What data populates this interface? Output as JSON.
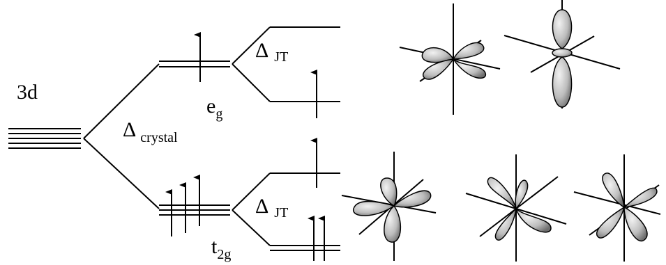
{
  "labels": {
    "level": "3d",
    "delta_crystal": {
      "symbol": "Δ",
      "sub": "crystal"
    },
    "delta_jt_upper": {
      "symbol": "Δ",
      "sub": "JT"
    },
    "delta_jt_lower": {
      "symbol": "Δ",
      "sub": "JT"
    },
    "eg": {
      "main": "e",
      "sub": "g"
    },
    "t2g": {
      "main": "t",
      "sub": "2g"
    }
  },
  "colors": {
    "line": "#000000",
    "lobe_light": "#f2f2f2",
    "lobe_dark": "#6e6e6e"
  },
  "orbital_icons": [
    "d-x2-y2-orbital-icon",
    "d-z2-orbital-icon",
    "d-xy-orbital-icon",
    "d-xz-orbital-icon",
    "d-yz-orbital-icon"
  ]
}
